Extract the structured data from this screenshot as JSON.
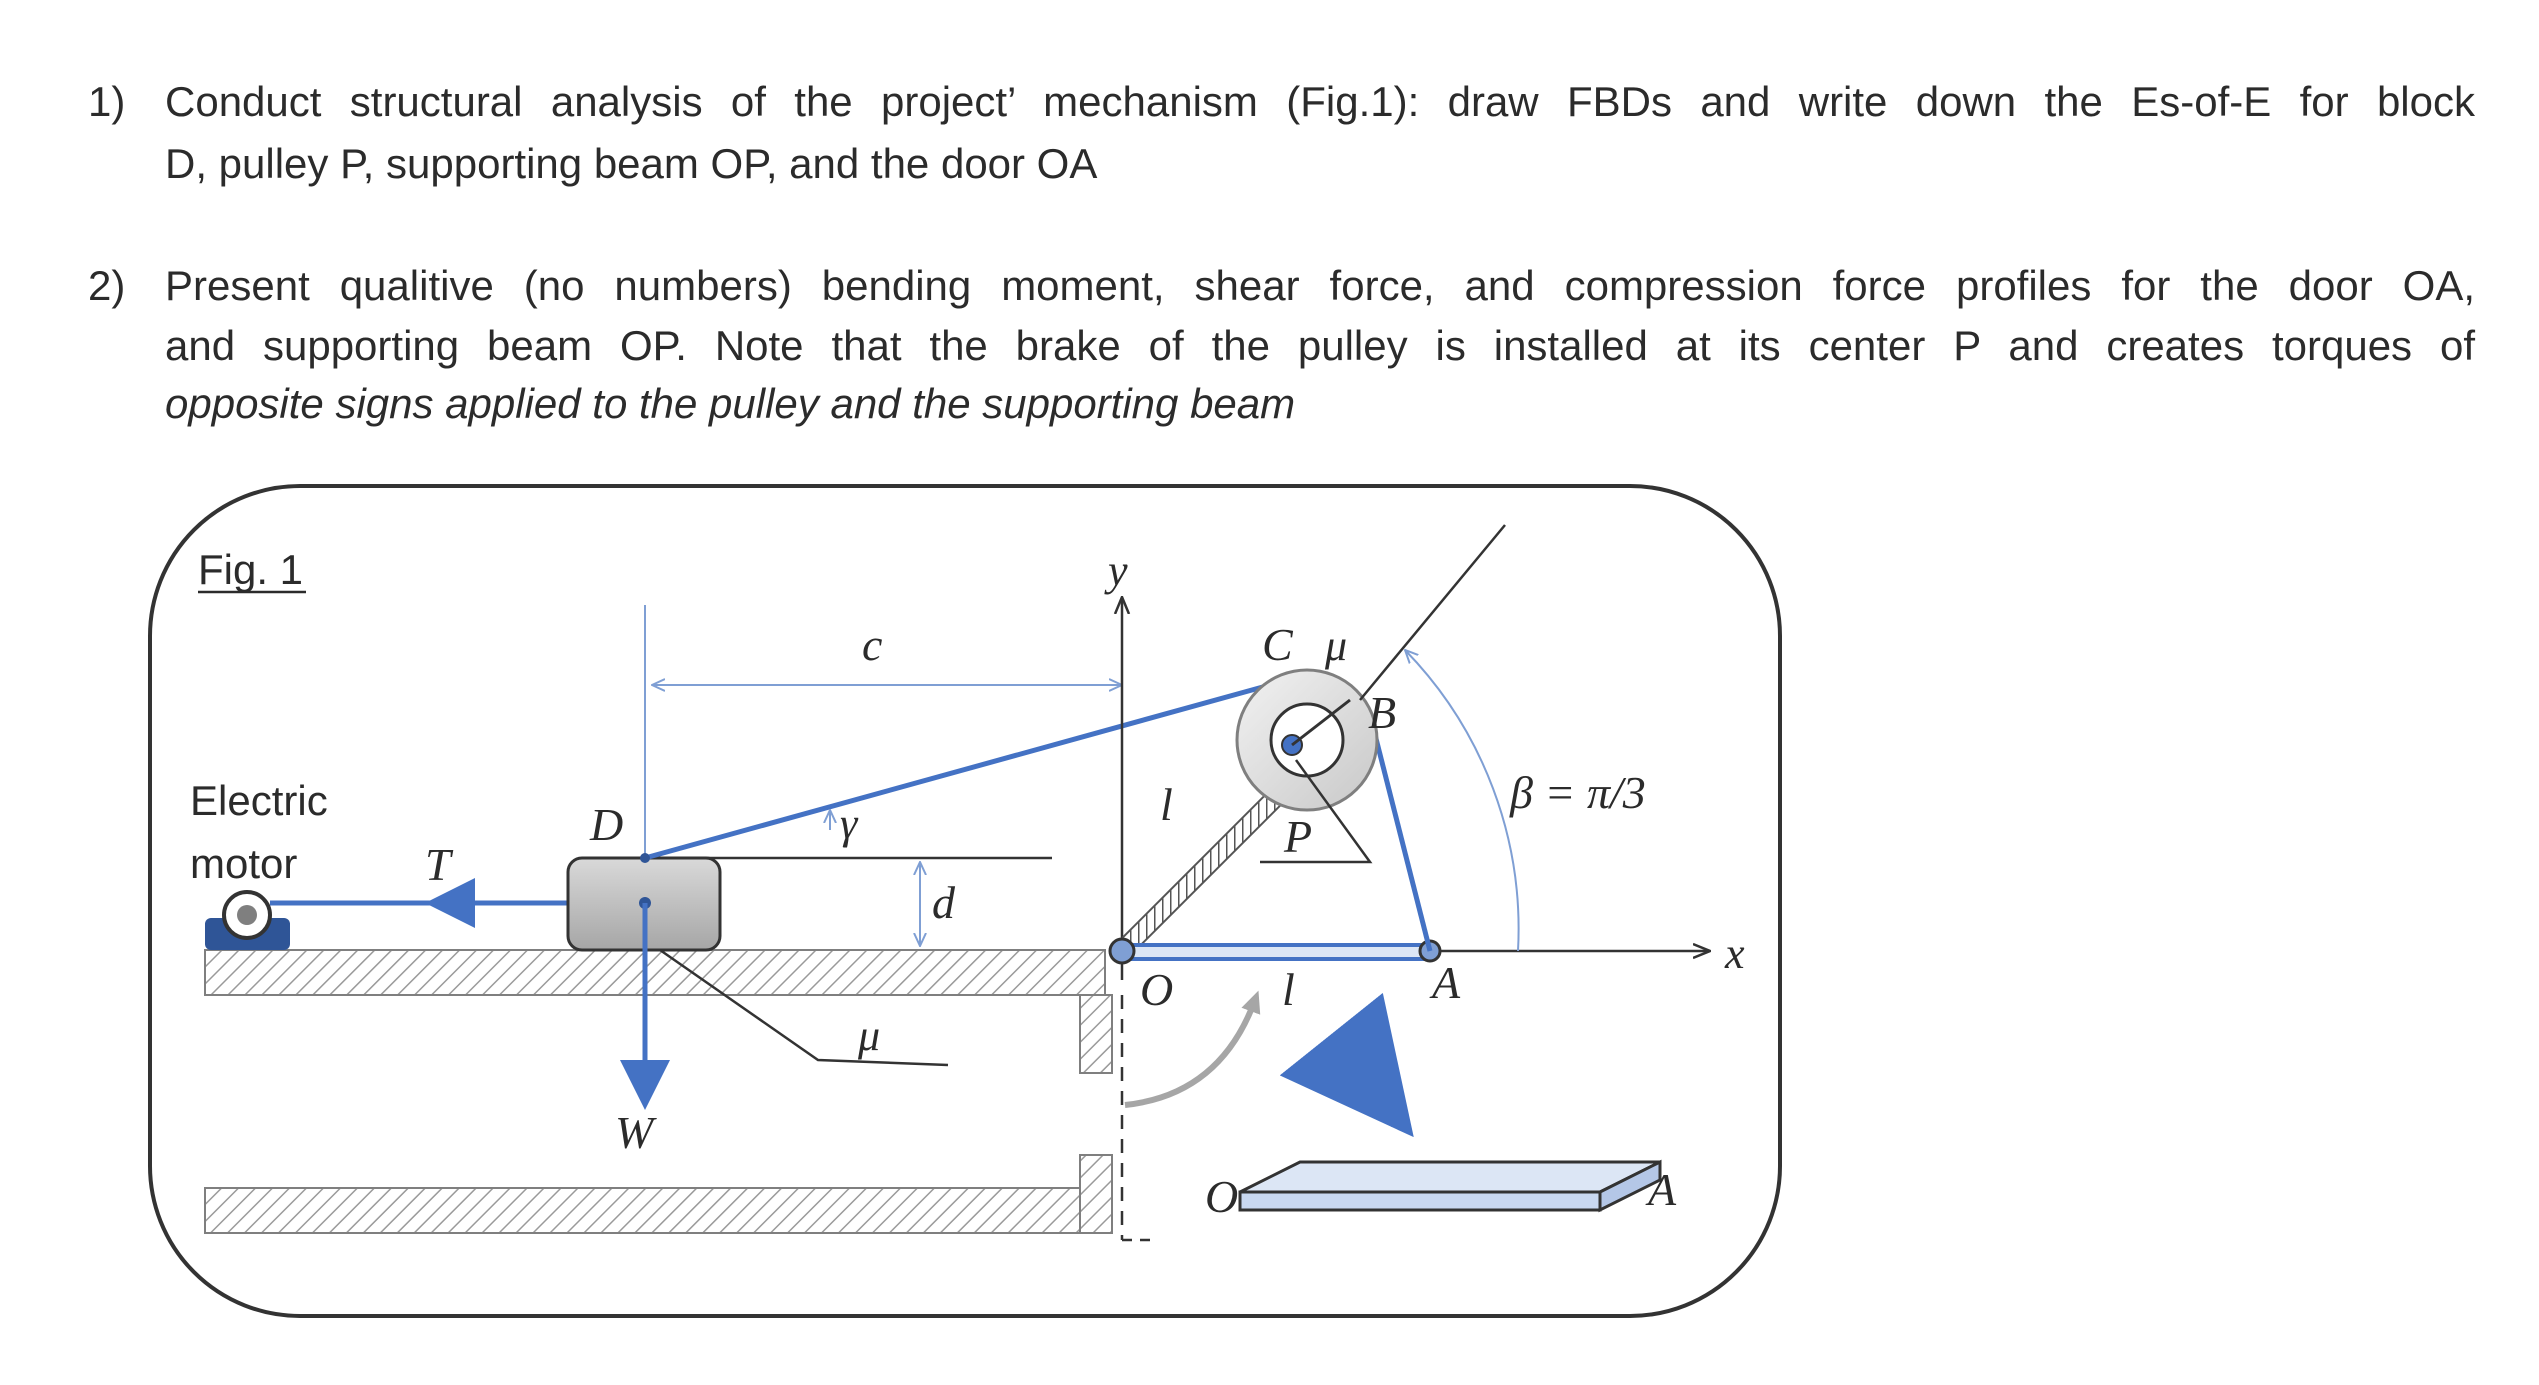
{
  "questions": [
    {
      "number": "1)",
      "line1": "Conduct structural analysis of the project’ mechanism (Fig.1): draw FBDs and write down the Es-of-E for block",
      "line2": "D, pulley P, supporting beam OP, and the door OA"
    },
    {
      "number": "2)",
      "line1": "Present qualitive (no numbers) bending moment, shear force, and compression force profiles for the door OA,",
      "line2": "and supporting beam OP. Note that the brake of the pulley is installed at its center P and creates torques of",
      "line3": "opposite signs applied to the pulley and the supporting beam"
    }
  ],
  "figure": {
    "title": "Fig. 1",
    "motor_line1": "Electric",
    "motor_line2": "motor",
    "labels": {
      "T": "T",
      "D": "D",
      "W": "W",
      "c": "c",
      "gamma": "γ",
      "d": "d",
      "mu_floor": "μ",
      "y": "y",
      "x": "x",
      "l_beam": "l",
      "l_door": "l",
      "O_hinge": "O",
      "O_door": "O",
      "P": "P",
      "C": "C",
      "mu_pulley": "μ",
      "B": "B",
      "A": "A",
      "A_door": "A",
      "beta": "β = π/3"
    },
    "colors": {
      "blue": "#4472c4",
      "dark_blue": "#2f5597",
      "gray_arrow": "#a6a6a6",
      "block": "#b7b7b7",
      "door_fill": "#dce6f5"
    }
  }
}
